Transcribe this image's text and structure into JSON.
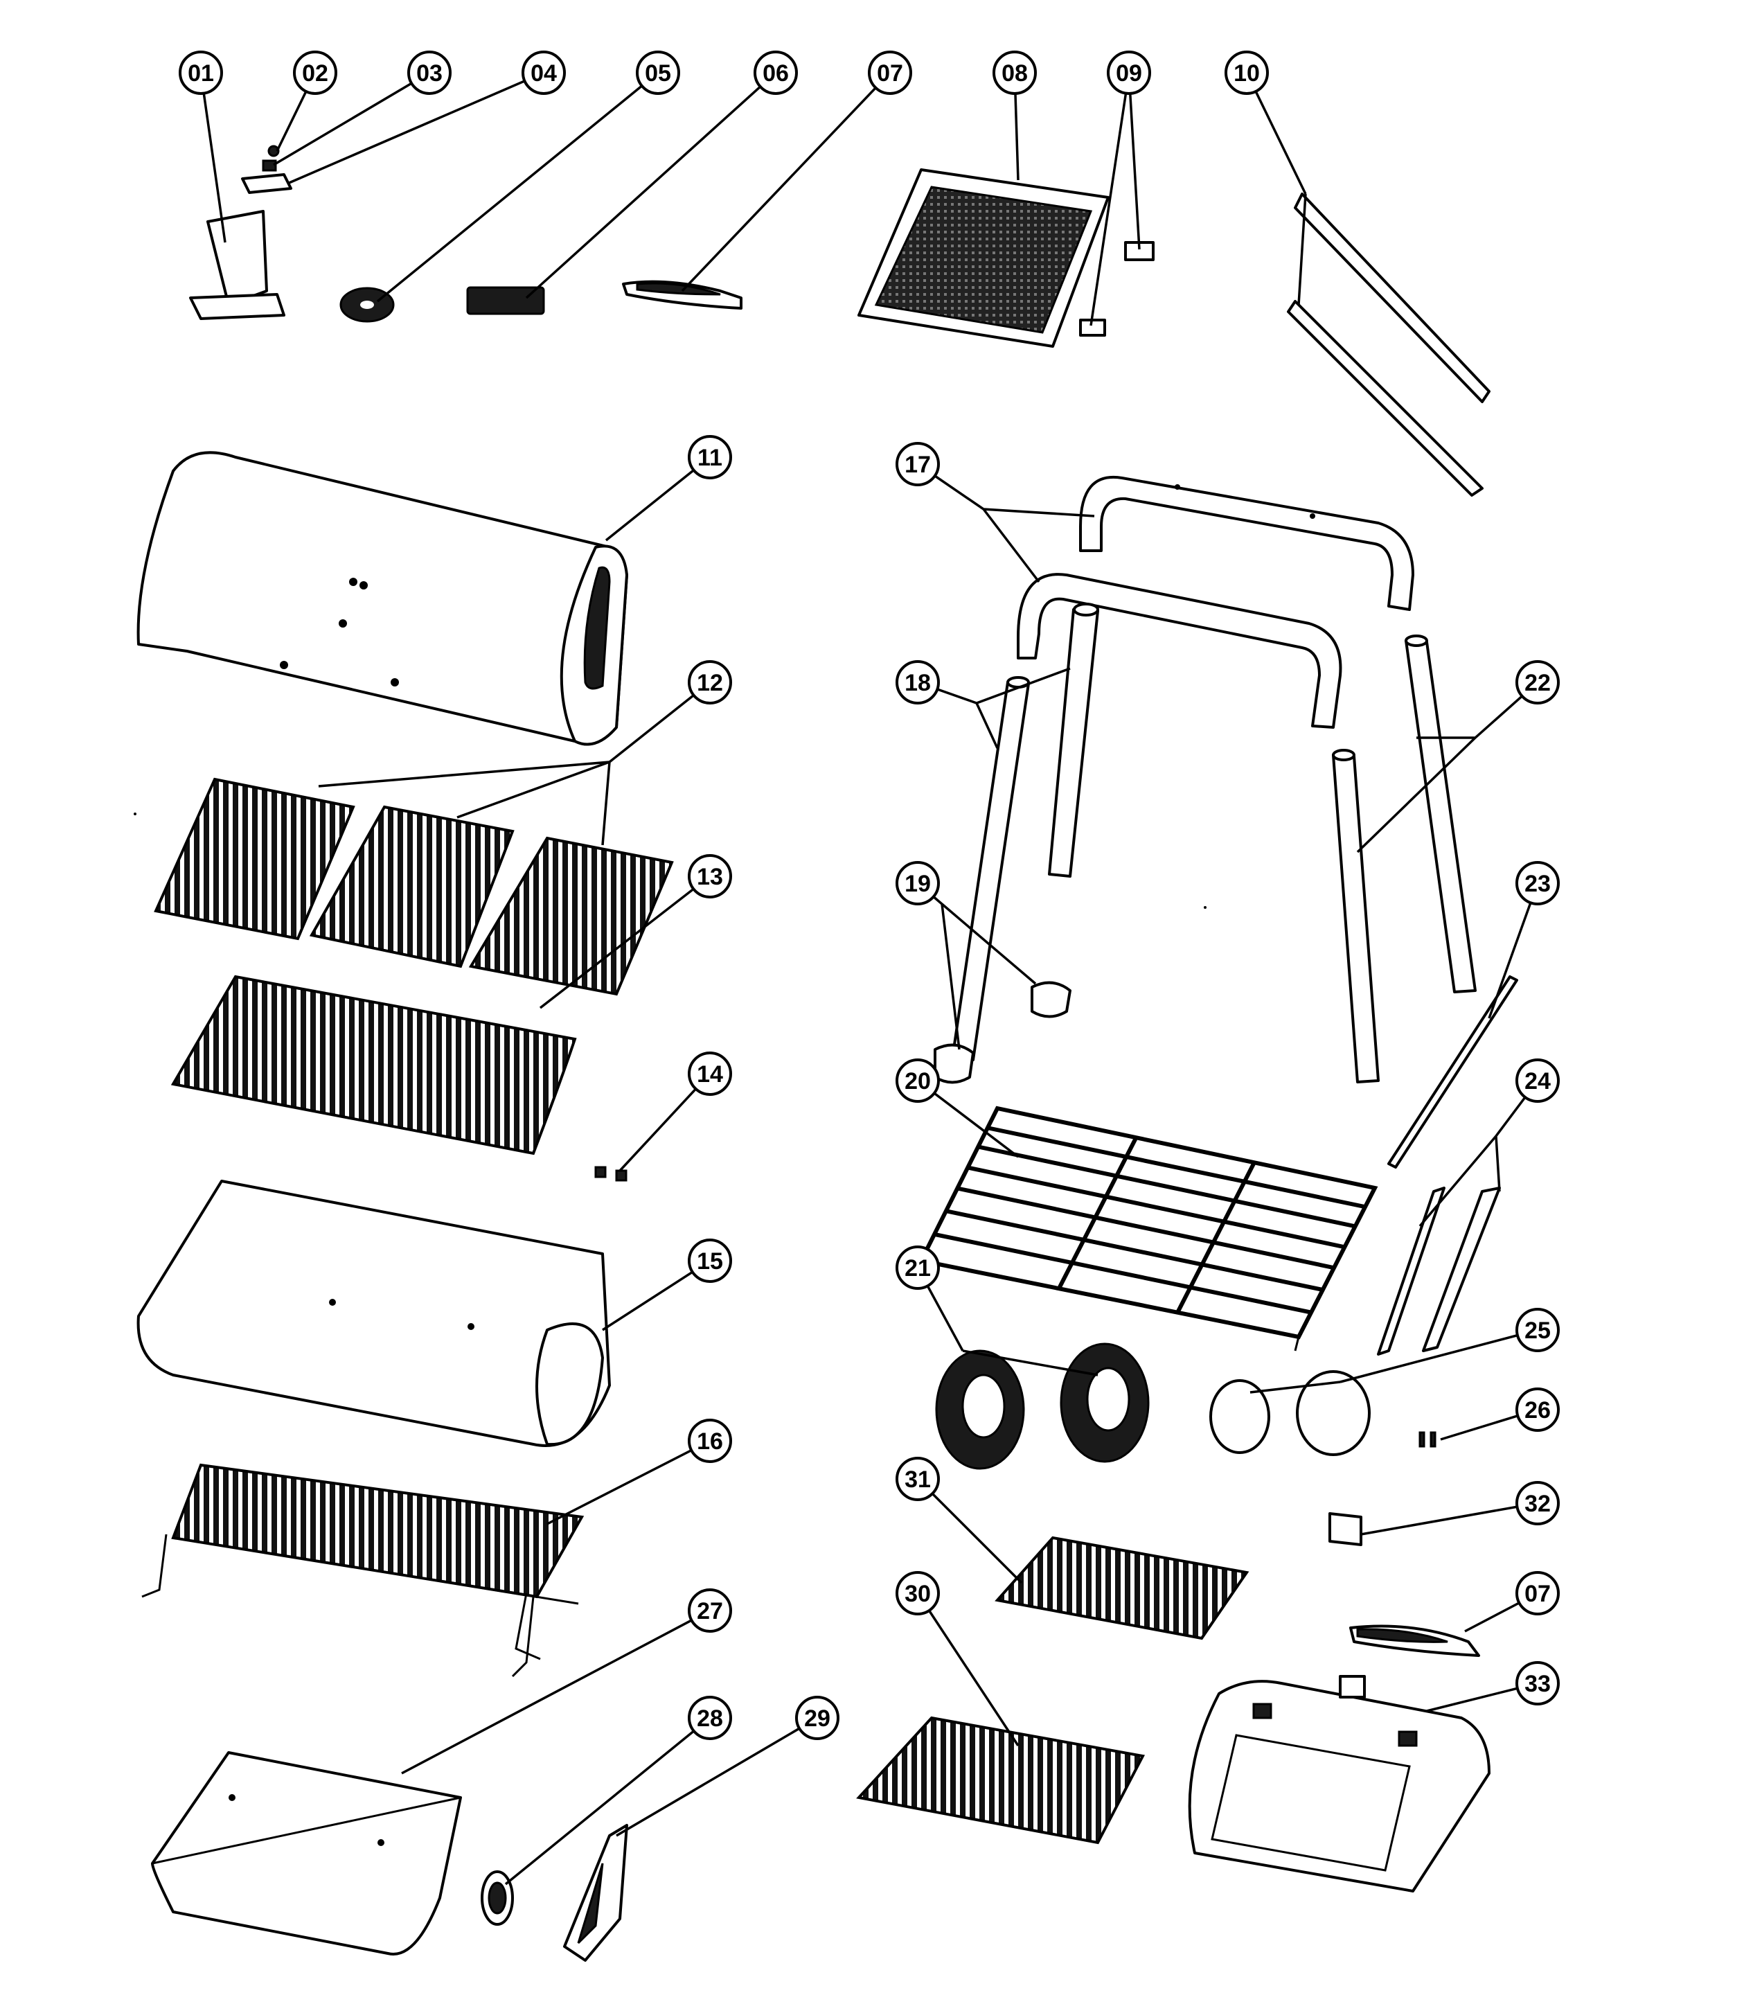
{
  "callouts": [
    {
      "id": "01",
      "label": "01"
    },
    {
      "id": "02",
      "label": "02"
    },
    {
      "id": "03",
      "label": "03"
    },
    {
      "id": "04",
      "label": "04"
    },
    {
      "id": "05",
      "label": "05"
    },
    {
      "id": "06",
      "label": "06"
    },
    {
      "id": "07",
      "label": "07"
    },
    {
      "id": "08",
      "label": "08"
    },
    {
      "id": "09",
      "label": "09"
    },
    {
      "id": "10",
      "label": "10"
    },
    {
      "id": "11",
      "label": "11"
    },
    {
      "id": "12",
      "label": "12"
    },
    {
      "id": "13",
      "label": "13"
    },
    {
      "id": "14",
      "label": "14"
    },
    {
      "id": "15",
      "label": "15"
    },
    {
      "id": "16",
      "label": "16"
    },
    {
      "id": "17",
      "label": "17"
    },
    {
      "id": "18",
      "label": "18"
    },
    {
      "id": "19",
      "label": "19"
    },
    {
      "id": "20",
      "label": "20"
    },
    {
      "id": "21",
      "label": "21"
    },
    {
      "id": "22",
      "label": "22"
    },
    {
      "id": "23",
      "label": "23"
    },
    {
      "id": "24",
      "label": "24"
    },
    {
      "id": "25",
      "label": "25"
    },
    {
      "id": "26",
      "label": "26"
    },
    {
      "id": "27",
      "label": "27"
    },
    {
      "id": "28",
      "label": "28"
    },
    {
      "id": "29",
      "label": "29"
    },
    {
      "id": "30",
      "label": "30"
    },
    {
      "id": "31",
      "label": "31"
    },
    {
      "id": "32",
      "label": "32"
    },
    {
      "id": "07b",
      "label": "07"
    },
    {
      "id": "33",
      "label": "33"
    }
  ]
}
